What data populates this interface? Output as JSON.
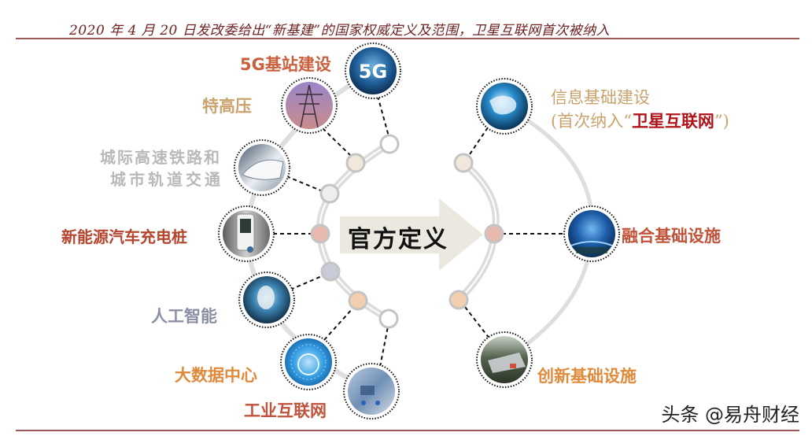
{
  "header": {
    "title": "2020 年 4 月 20 日发改委给出“新基建”的国家权威定义及范围，卫星互联网首次被纳入"
  },
  "center": {
    "arrow_label": "官方定义"
  },
  "left_items": [
    {
      "label": "5G基站建设",
      "icon": "5g-icon",
      "color": "#c8603e"
    },
    {
      "label": "特高压",
      "icon": "power-pylon-icon",
      "color": "#c9a36e"
    },
    {
      "label_line1": "城际高速铁路和",
      "label_line2": "城市轨道交通",
      "icon": "high-speed-train-icon",
      "color": "#b9b9b9"
    },
    {
      "label": "新能源汽车充电桩",
      "icon": "ev-charger-icon",
      "color": "#b5452e"
    },
    {
      "label": "人工智能",
      "icon": "ai-face-icon",
      "color": "#8a8fa6"
    },
    {
      "label": "大数据中心",
      "icon": "data-globe-icon",
      "color": "#e08a3c"
    },
    {
      "label": "工业互联网",
      "icon": "industrial-internet-icon",
      "color": "#c0533a"
    }
  ],
  "right_items": [
    {
      "label_line1": "信息基础建设",
      "label_line2_prefix": "(首次纳入“",
      "label_line2_highlight": "卫星互联网",
      "label_line2_suffix": "”)",
      "icon": "earth-globe-icon",
      "color": "#c9a36e",
      "highlight_color": "#b0141a"
    },
    {
      "label": "融合基础设施",
      "icon": "smart-city-icon",
      "color": "#c0533a"
    },
    {
      "label": "创新基础设施",
      "icon": "campus-building-icon",
      "color": "#e08a3c"
    }
  ],
  "watermark": "头条 @易舟财经",
  "colors": {
    "rule": "#9a5a5a",
    "arc": "#d9d9d9",
    "arrow_fill": "#ebe9df",
    "node_white": "#ffffff",
    "node_cream": "#f1e8dc",
    "node_lightgray": "#eeeeee",
    "node_pink": "#e8b9ae",
    "node_bluegray": "#c9ccd8",
    "node_peach": "#f3cfad"
  }
}
